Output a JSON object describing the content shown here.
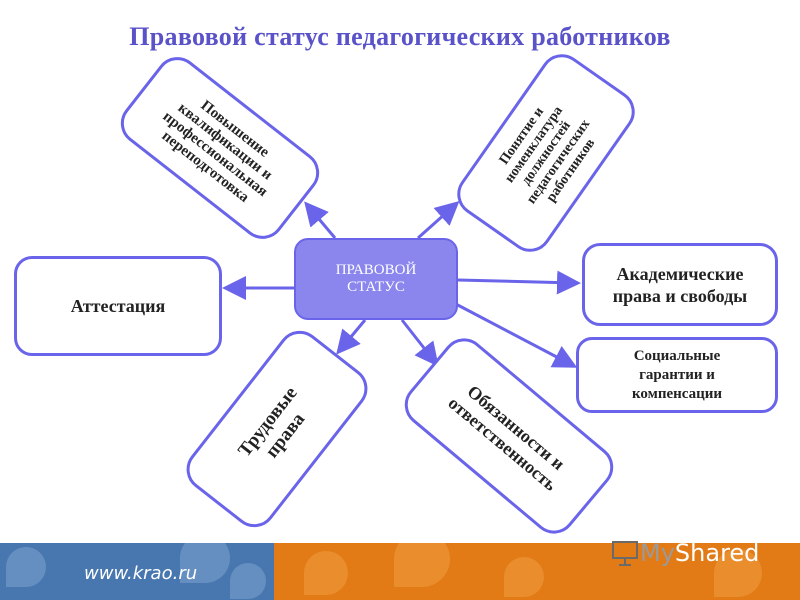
{
  "title": "Правовой статус педагогических работников",
  "center": {
    "line1": "ПРАВОВОЙ",
    "line2": "СТАТУС"
  },
  "nodes": {
    "qualification": [
      "Повышение",
      "квалификации и",
      "профессиональная",
      "переподготовка"
    ],
    "nomenclature": [
      "Понятие и",
      "номенклатура",
      "должностей",
      "педагогических",
      "работников"
    ],
    "attestation": "Аттестация",
    "academic": [
      "Академические",
      "права и свободы"
    ],
    "social": [
      "Социальные",
      "гарантии и",
      "компенсации"
    ],
    "labor": [
      "Трудовые",
      "права"
    ],
    "duties": [
      "Обязанности и",
      "ответственность"
    ]
  },
  "footer": {
    "url": "www.krao.ru"
  },
  "logo": {
    "my": "My",
    "shared": "Shared"
  },
  "colors": {
    "title": "#5a52c8",
    "border": "#6a64ea",
    "center_fill": "#8b86ee",
    "footer_blue": "#4876ae",
    "footer_orange": "#e27a16"
  }
}
